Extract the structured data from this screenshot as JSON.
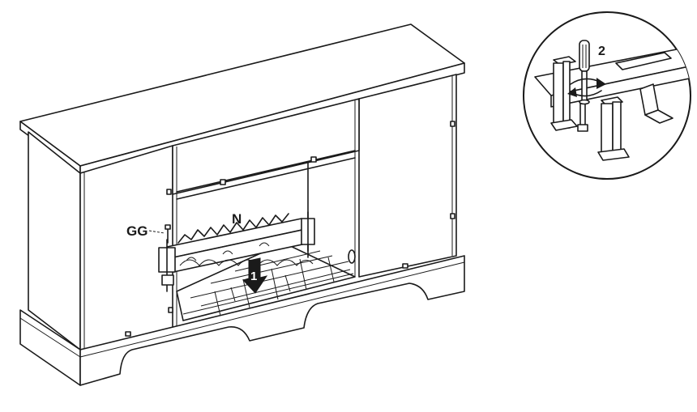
{
  "labels": {
    "part_n": "N",
    "part_gg": "GG",
    "step_1": "1",
    "step_2": "2"
  },
  "colors": {
    "ink": "#1a1a1a",
    "paper": "#ffffff"
  }
}
